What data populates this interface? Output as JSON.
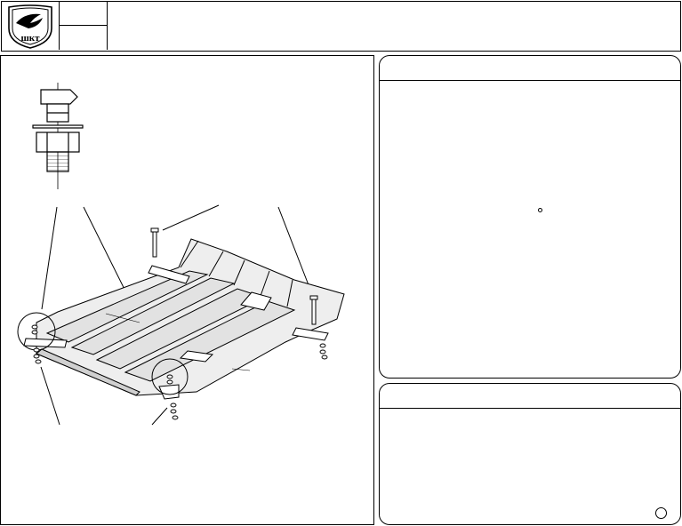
{
  "header": {
    "logo": {
      "icon": "ukr-shield-logo",
      "text": "шкт"
    },
    "code_top": "",
    "code_bottom": "",
    "title": ""
  },
  "drawing": {
    "figure": "skid-plate-installation-diagram",
    "parts": [
      "bolt-detail-icon",
      "skid-plate",
      "mounting-bracket",
      "long-bolt",
      "nut",
      "washer"
    ]
  },
  "instructions_panel": {
    "heading": "",
    "body": ""
  },
  "notes_panel": {
    "heading": "",
    "body": ""
  }
}
